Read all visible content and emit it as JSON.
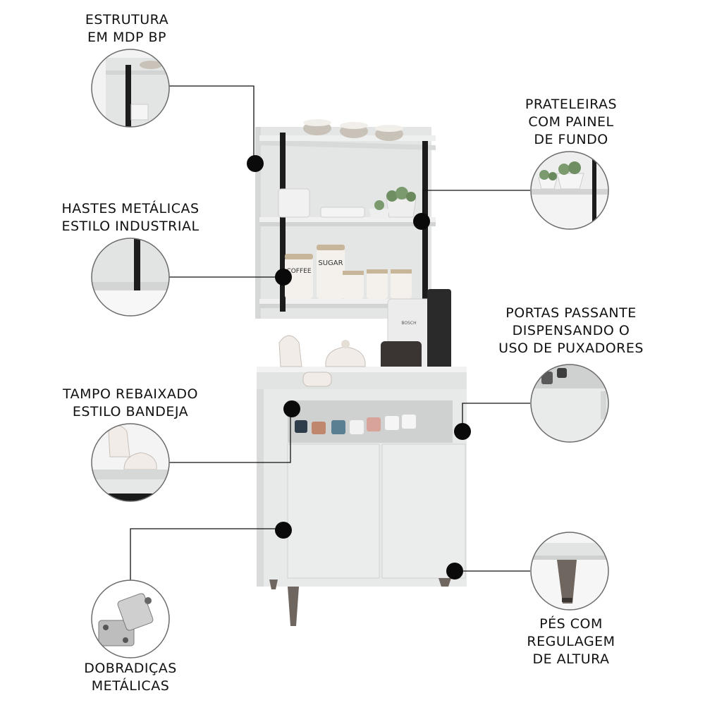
{
  "features": [
    {
      "id": "estrutura",
      "lines": [
        "ESTRUTURA",
        "EM MDP BP"
      ]
    },
    {
      "id": "hastes",
      "lines": [
        "HASTES METÁLICAS",
        "ESTILO INDUSTRIAL"
      ]
    },
    {
      "id": "tampo",
      "lines": [
        "TAMPO REBAIXADO",
        "ESTILO BANDEJA"
      ]
    },
    {
      "id": "dobradicas",
      "lines": [
        "DOBRADIÇAS",
        "METÁLICAS"
      ]
    },
    {
      "id": "prateleiras",
      "lines": [
        "PRATELEIRAS",
        "COM PAINEL",
        "DE FUNDO"
      ]
    },
    {
      "id": "portas",
      "lines": [
        "PORTAS PASSANTE",
        "DISPENSANDO O",
        "USO DE PUXADORES"
      ]
    },
    {
      "id": "pes",
      "lines": [
        "PÉS COM",
        "REGULAGEM",
        "DE ALTURA"
      ]
    }
  ],
  "product_text": {
    "canister_1": "COFFEE",
    "canister_2": "SUGAR",
    "coffee_maker_brand": "BOSCH"
  },
  "colors": {
    "furniture_white": "#e9eaea",
    "furniture_shade": "#d6d7d7",
    "metal_black": "#1c1c1c",
    "leg_brown": "#6e665f",
    "callout_line": "#111111"
  }
}
